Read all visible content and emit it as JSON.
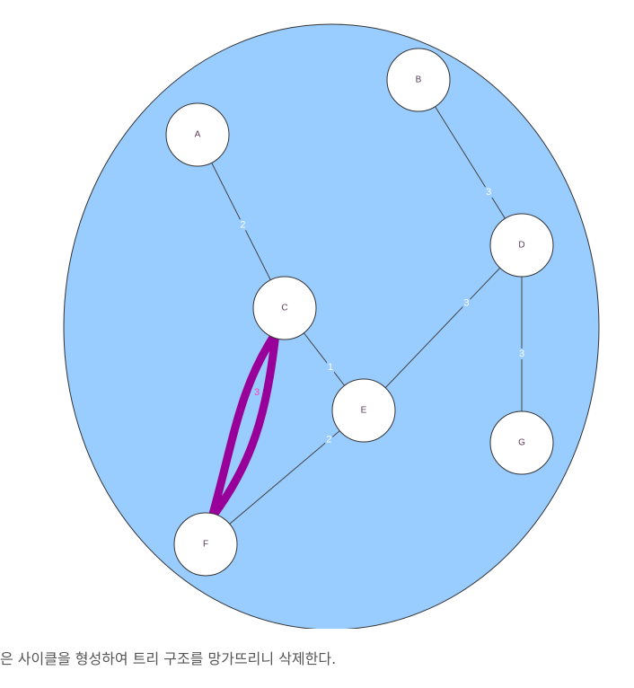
{
  "graph": {
    "nodes": [
      {
        "id": "A",
        "label": "A"
      },
      {
        "id": "B",
        "label": "B"
      },
      {
        "id": "C",
        "label": "C"
      },
      {
        "id": "D",
        "label": "D"
      },
      {
        "id": "E",
        "label": "E"
      },
      {
        "id": "F",
        "label": "F"
      },
      {
        "id": "G",
        "label": "G"
      }
    ],
    "edges": [
      {
        "from": "A",
        "to": "C",
        "weight": "2",
        "highlighted": false
      },
      {
        "from": "B",
        "to": "D",
        "weight": "3",
        "highlighted": false
      },
      {
        "from": "C",
        "to": "E",
        "weight": "1",
        "highlighted": false
      },
      {
        "from": "D",
        "to": "E",
        "weight": "3",
        "highlighted": false
      },
      {
        "from": "D",
        "to": "G",
        "weight": "3",
        "highlighted": false
      },
      {
        "from": "E",
        "to": "F",
        "weight": "2",
        "highlighted": false
      },
      {
        "from": "C",
        "to": "F",
        "weight": "3",
        "highlighted": true
      }
    ]
  },
  "colors": {
    "region_fill": "#99ccff",
    "node_fill": "#ffffff",
    "edge_stroke": "#444444",
    "highlight_edge": "#990099",
    "highlight_label": "#ff3fb4"
  },
  "caption": "은 사이클을 형성하여 트리 구조를 망가뜨리니 삭제한다."
}
